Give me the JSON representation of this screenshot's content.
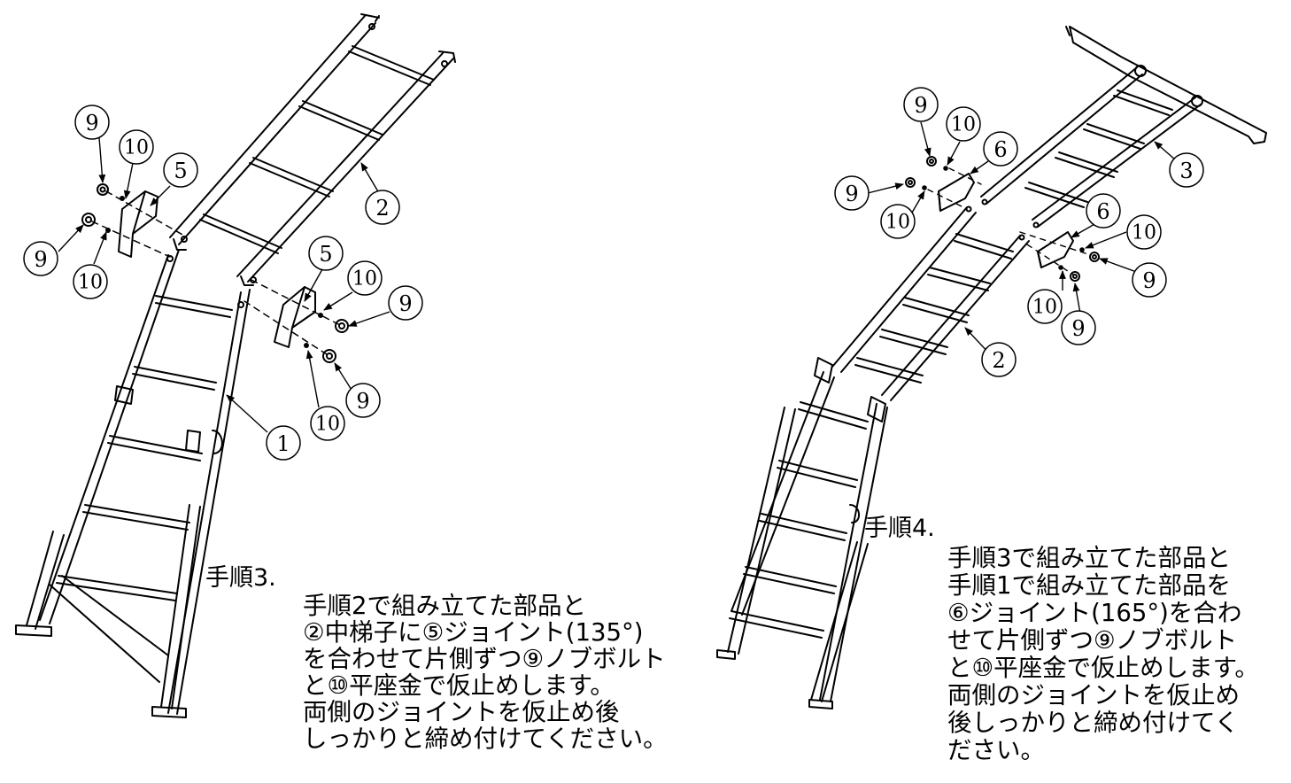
{
  "step3": {
    "title": "手順3.",
    "lines": [
      "手順2で組み立てた部品と",
      "②中梯子に⑤ジョイント(135°)",
      "を合わせて片側ずつ⑨ノブボルト",
      "と⑩平座金で仮止めします。",
      "両側のジョイントを仮止め後",
      "しっかりと締め付けてください。"
    ]
  },
  "step4": {
    "title": "手順4.",
    "lines": [
      "手順3で組み立てた部品と",
      "手順1で組み立てた部品を",
      "⑥ジョイント(165°)を合わ",
      "せて片側ずつ⑨ノブボルト",
      "と⑩平座金で仮止めします。",
      "両側のジョイントを仮止め",
      "後しっかりと締め付けてく",
      "ださい。"
    ]
  },
  "labels": {
    "left": {
      "part1": "1",
      "part2": "2",
      "joint_upper": "5",
      "joint_lower": "5",
      "knob_a": "9",
      "knob_b": "9",
      "knob_c": "9",
      "knob_d": "9",
      "washer_a": "10",
      "washer_b": "10",
      "washer_c": "10",
      "washer_d": "10"
    },
    "right": {
      "part2": "2",
      "part3": "3",
      "joint_a": "6",
      "joint_b": "6",
      "knob_a": "9",
      "knob_b": "9",
      "knob_c": "9",
      "knob_d": "9",
      "washer_a": "10",
      "washer_b": "10",
      "washer_c": "10",
      "washer_d": "10"
    }
  }
}
